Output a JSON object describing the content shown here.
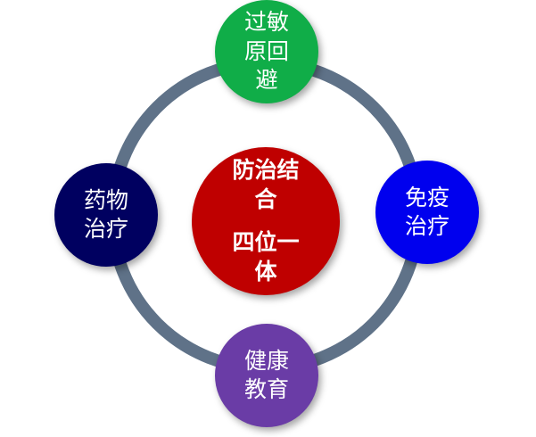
{
  "colors": {
    "ring": "#5f7288",
    "top": "#10ad48",
    "right": "#0000ee",
    "bottom": "#6a3ca6",
    "left": "#000060",
    "center": "#bf0000"
  },
  "nodes": {
    "top": {
      "lines": [
        "过敏",
        "原回",
        "避"
      ]
    },
    "right": {
      "lines": [
        "免疫",
        "治疗"
      ]
    },
    "bottom": {
      "lines": [
        "健康",
        "教育"
      ]
    },
    "left": {
      "lines": [
        "药物",
        "治疗"
      ]
    }
  },
  "center": {
    "lines": [
      "防治结",
      "合",
      "四位一",
      "体"
    ]
  }
}
